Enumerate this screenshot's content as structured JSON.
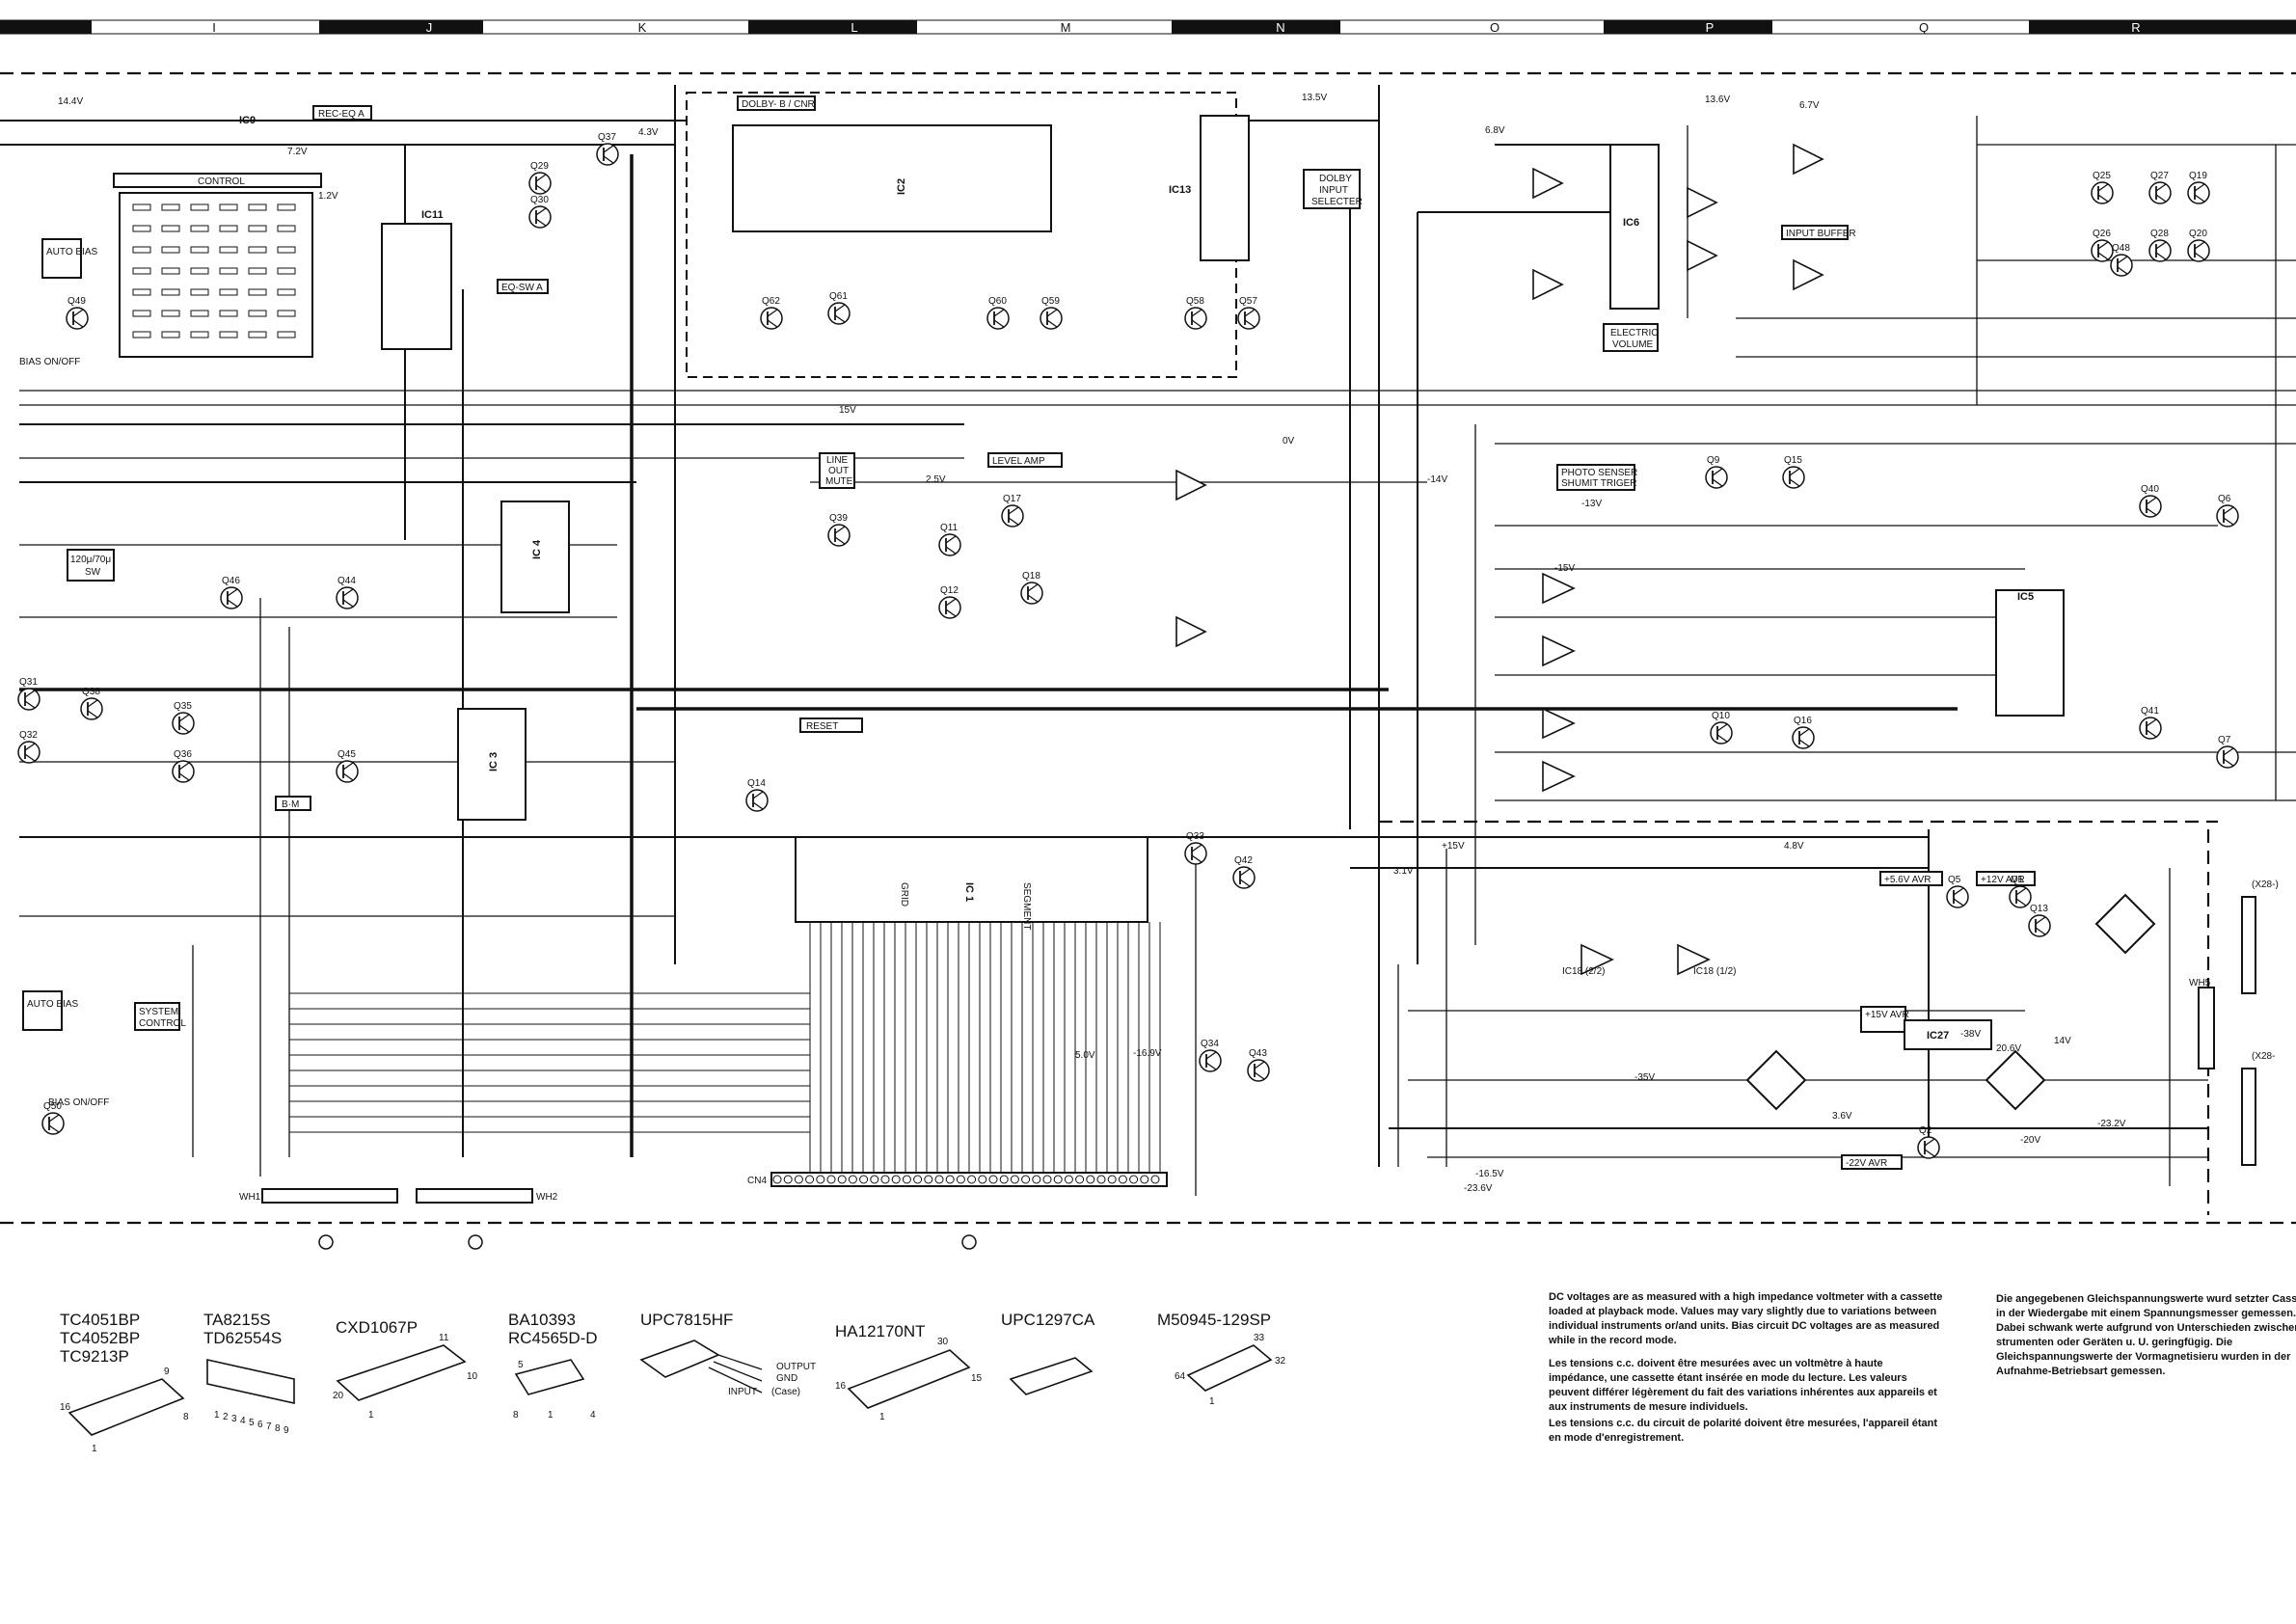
{
  "header": {
    "columns": [
      "I",
      "J",
      "K",
      "L",
      "M",
      "N",
      "O",
      "P",
      "Q",
      "R"
    ]
  },
  "blocks": {
    "ic9": "IC9",
    "rec_eq_a": "REC-EQ  A",
    "control": "CONTROL",
    "auto_bias_1": "AUTO BIAS",
    "auto_bias_2": "AUTO BIAS",
    "eq_sw_a": "EQ-SW A",
    "ic11": "IC11",
    "dolby_b_cnr": "DOLBY- B / CNR",
    "ic2": "IC2",
    "ic13": "IC13",
    "dolby_input_selecter": [
      "DOLBY",
      "INPUT",
      "SELECTER"
    ],
    "ic6": "IC6",
    "input_buffer": "INPUT BUFFER",
    "electric_volume": [
      "ELECTRIC",
      "VOLUME"
    ],
    "line_out_mute": [
      "LINE",
      "OUT",
      "MUTE"
    ],
    "level_amp": "LEVEL  AMP",
    "photo_senser": [
      "PHOTO SENSER",
      "SHUMIT TRIGER"
    ],
    "ic5": "IC5",
    "ic4": "IC 4",
    "ic3": "IC 3",
    "ic1": "IC 1",
    "reset": "RESET",
    "system_control": [
      "SYSTEM",
      "CONTROL"
    ],
    "avr_56": "+5.6V AVR",
    "avr_12": "+12V AVR",
    "avr_15": "+15V AVR",
    "avr_22": "-22V AVR",
    "ic27": "IC27",
    "ic18_2": "IC18 (2/2)",
    "ic18_1": "IC18 (1/2)",
    "sw_120": [
      "120μ/70μ",
      "SW"
    ],
    "x28_1": "(X28-)",
    "x28_2": "(X28-",
    "b_m": "B·M",
    "grid": "GRID",
    "segment": "SEGMENT",
    "wh1": "WH1",
    "wh2": "WH2",
    "wh5": "WH5",
    "cn4": "CN4",
    "bias_onoff": "BIAS ON/OFF"
  },
  "transistors": [
    "Q49",
    "Q37",
    "Q29",
    "Q30",
    "Q62",
    "Q61",
    "Q60",
    "Q59",
    "Q58",
    "Q57",
    "Q46",
    "Q44",
    "Q39",
    "Q11",
    "Q12",
    "Q17",
    "Q18",
    "Q38",
    "Q35",
    "Q36",
    "Q45",
    "Q31",
    "Q32",
    "Q33",
    "Q42",
    "Q34",
    "Q43",
    "Q50",
    "Q14",
    "Q40",
    "Q41",
    "Q5",
    "Q1",
    "Q13",
    "Q2",
    "Q25",
    "Q26",
    "Q27",
    "Q28",
    "Q19",
    "Q20",
    "Q6",
    "Q7",
    "Q9",
    "Q15",
    "Q10",
    "Q16",
    "Q48"
  ],
  "voltages": [
    "14.4V",
    "7.2V",
    "1.2V",
    "4.3V",
    "13.5V",
    "13.6V",
    "6.8V",
    "6.7V",
    "15V",
    "+15V",
    "-15V",
    "4.8V",
    "3.1V",
    "5.0V",
    "-16.9V",
    "-16.5V",
    "-23.6V",
    "-23.2V",
    "-38V",
    "20.6V",
    "14V",
    "-14V",
    "3.6V",
    "-20V",
    "-35V",
    "-13V",
    "2.5V",
    "0V"
  ],
  "packages": [
    {
      "names": [
        "TC4051BP",
        "TC4052BP",
        "TC9213P"
      ],
      "pins": [
        "9",
        "16",
        "8",
        "1"
      ]
    },
    {
      "names": [
        "TA8215S",
        "TD62554S"
      ],
      "pins": [
        "1",
        "2",
        "3",
        "4",
        "5",
        "6",
        "7",
        "8",
        "9"
      ]
    },
    {
      "names": [
        "CXD1067P"
      ],
      "pins": [
        "11",
        "20",
        "10",
        "1"
      ]
    },
    {
      "names": [
        "BA10393",
        "RC4565D-D"
      ],
      "pins": [
        "5",
        "8",
        "1",
        "4"
      ]
    },
    {
      "names": [
        "UPC7815HF"
      ],
      "pins": [],
      "legs": [
        "OUTPUT",
        "GND",
        "INPUT",
        "(Case)"
      ]
    },
    {
      "names": [
        "HA12170NT"
      ],
      "pins": [
        "30",
        "16",
        "15",
        "1"
      ]
    },
    {
      "names": [
        "UPC1297CA"
      ],
      "pins": []
    },
    {
      "names": [
        "M50945-129SP"
      ],
      "pins": [
        "33",
        "64",
        "32",
        "1"
      ]
    }
  ],
  "notes": {
    "english": "DC voltages are as measured with a high impedance voltmeter with a cassette loaded at playback mode. Values may vary slightly due to variations between individual instruments or/and units. Bias circuit DC voltages are as measured while in the record mode.",
    "french_1": "Les tensions c.c. doivent être mesurées avec un voltmètre à haute impédance, une cassette étant insérée en mode du lecture. Les valeurs peuvent différer légèrement du fait des variations inhérentes aux appareils et aux instruments de mesure individuels.",
    "french_2": "Les tensions c.c. du circuit de polarité doivent être mesurées, l'appareil étant en mode d'enregistrement.",
    "german": "Die angegebenen Gleichspannungswerte wurd setzter Cassette in der Wiedergabe mit einem Spannungsmesser gemessen. Dabei schwank werte aufgrund von Unterschieden zwischen strumenten oder Geräten u. U. geringfügig. Die Gleichspannungswerte der Vormagnetisieru wurden in der Aufnahme-Betriebsart gemessen."
  },
  "colors": {
    "ink": "#111111",
    "paper": "#ffffff",
    "header_fill": "#111111"
  }
}
